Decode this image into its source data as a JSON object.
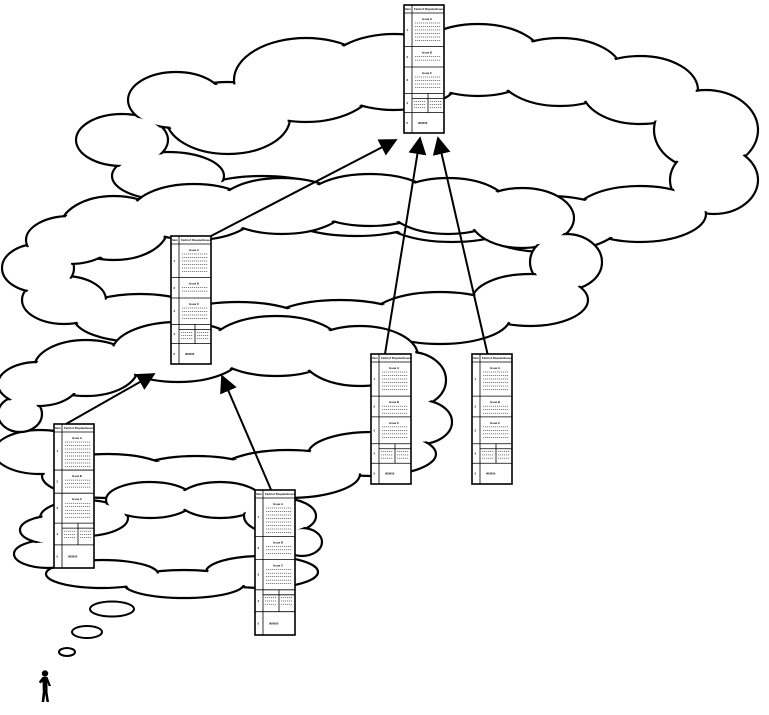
{
  "diagram": {
    "documents": [
      {
        "id": "doc-top-center",
        "header_left": "Item",
        "header_right": "Field of Dispute/Issues",
        "row_codes": [
          "1",
          "2",
          "3",
          "4",
          "5"
        ],
        "section_labels": [
          "Issue A",
          "Issue B",
          "Issue C"
        ],
        "footer_label": "000000"
      },
      {
        "id": "doc-middle-left",
        "header_left": "Item",
        "header_right": "Field of Dispute/Issues",
        "row_codes": [
          "1",
          "2",
          "3",
          "4",
          "5"
        ],
        "section_labels": [
          "Issue A",
          "Issue B",
          "Issue C"
        ],
        "footer_label": "000000"
      },
      {
        "id": "doc-middle-right-a",
        "header_left": "Item",
        "header_right": "Field of Dispute/Issues",
        "row_codes": [
          "1",
          "2",
          "3",
          "4",
          "5"
        ],
        "section_labels": [
          "Issue A",
          "Issue B",
          "Issue C"
        ],
        "footer_label": "000000"
      },
      {
        "id": "doc-middle-right-b",
        "header_left": "Item",
        "header_right": "Field of Dispute/Issues",
        "row_codes": [
          "1",
          "2",
          "3",
          "4",
          "5"
        ],
        "section_labels": [
          "Issue A",
          "Issue B",
          "Issue C"
        ],
        "footer_label": "000000"
      },
      {
        "id": "doc-bottom-left",
        "header_left": "Item",
        "header_right": "Field of Dispute/Issues",
        "row_codes": [
          "1",
          "2",
          "3",
          "4",
          "5"
        ],
        "section_labels": [
          "Issue A",
          "Issue B",
          "Issue C"
        ],
        "footer_label": "000000"
      },
      {
        "id": "doc-bottom-center",
        "header_left": "Item",
        "header_right": "Field of Dispute/Issues",
        "row_codes": [
          "1",
          "2",
          "3",
          "4",
          "5"
        ],
        "section_labels": [
          "Issue A",
          "Issue B",
          "Issue C"
        ],
        "footer_label": "000000"
      }
    ],
    "arrows": [
      {
        "from": "doc-middle-left",
        "to": "doc-top-center"
      },
      {
        "from": "doc-middle-right-a",
        "to": "doc-top-center"
      },
      {
        "from": "doc-middle-right-b",
        "to": "doc-top-center"
      },
      {
        "from": "doc-bottom-left",
        "to": "doc-middle-left"
      },
      {
        "from": "doc-bottom-center",
        "to": "doc-middle-left"
      }
    ],
    "icons": [
      "cloud-icon",
      "thought-bubble-icon",
      "person-icon",
      "document-icon",
      "arrow-icon"
    ]
  }
}
